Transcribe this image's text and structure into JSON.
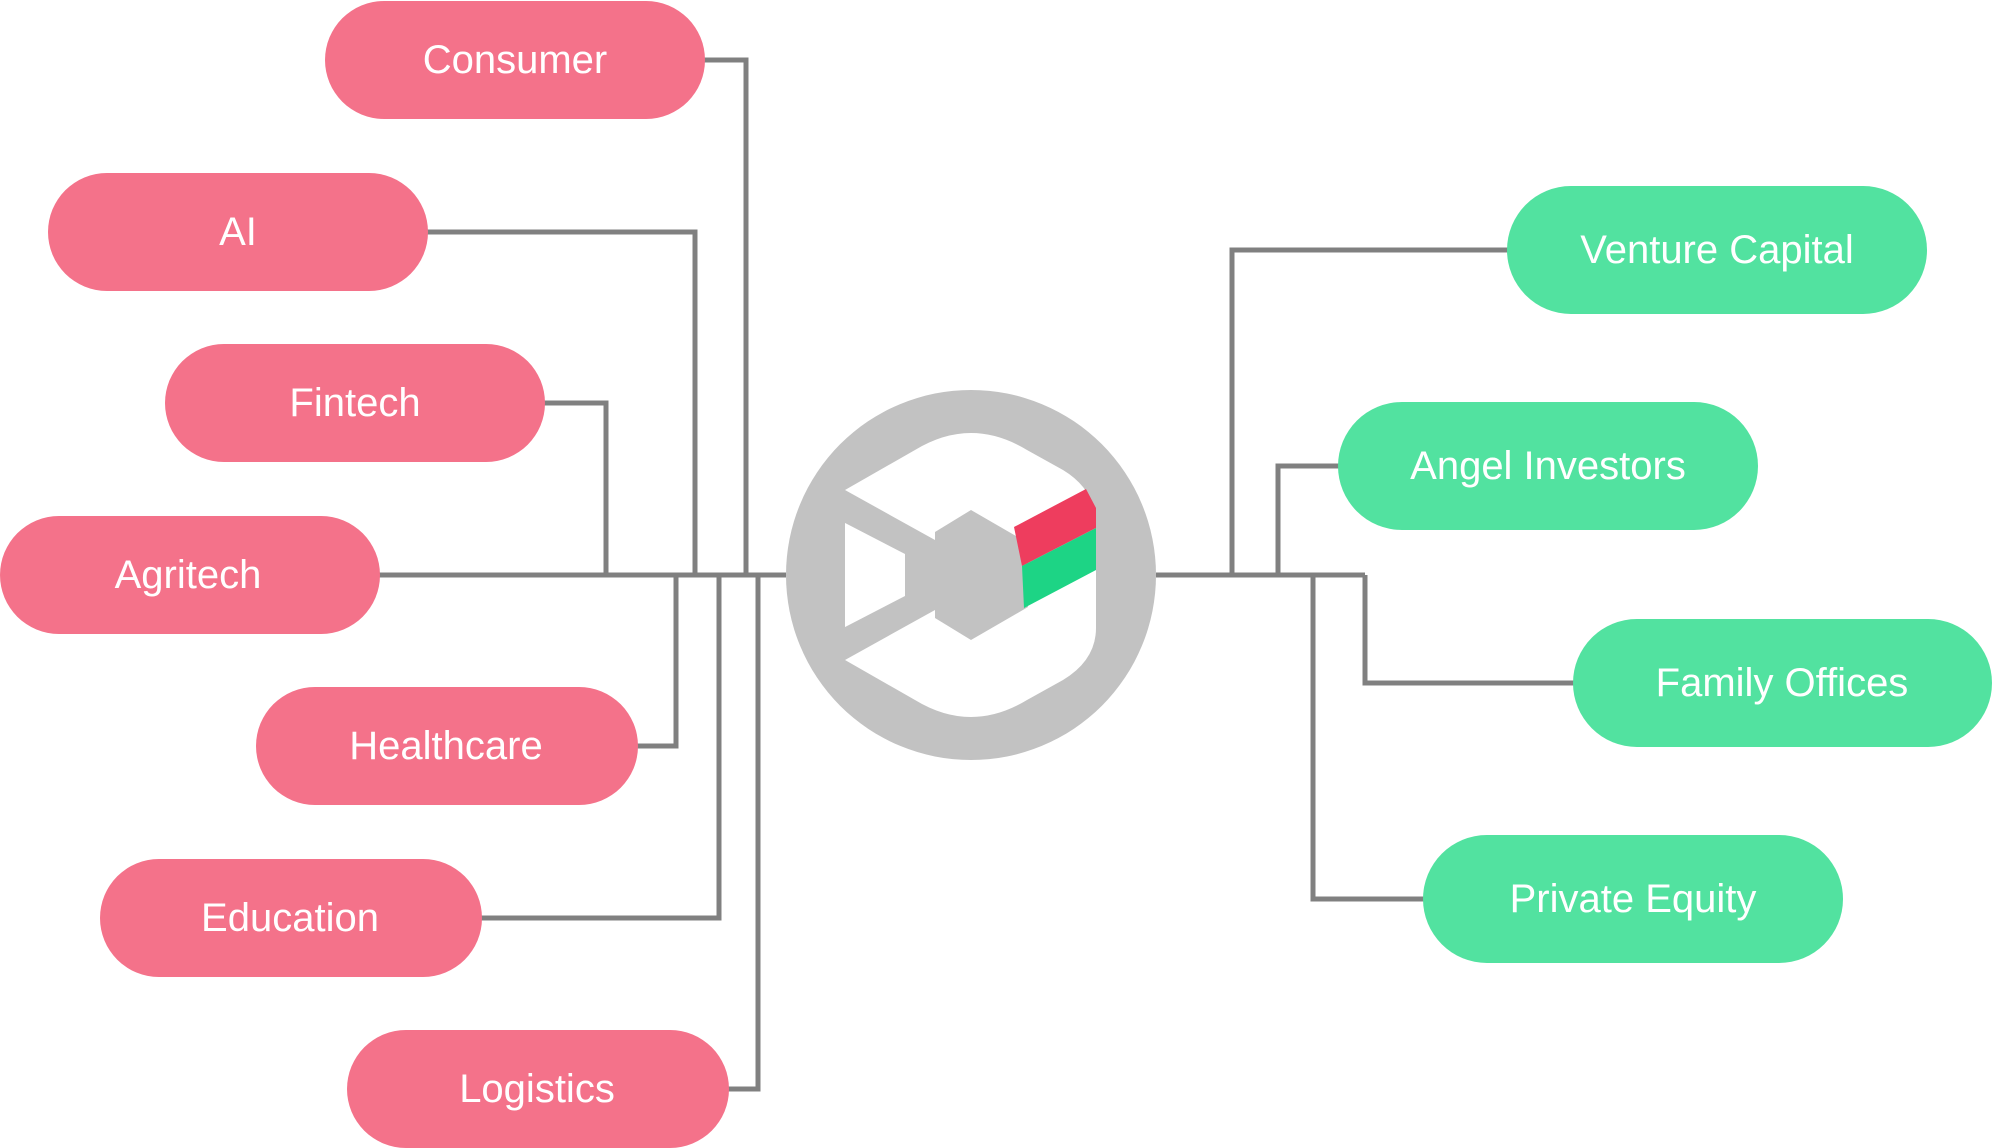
{
  "colors": {
    "sector_pill": "#F4728A",
    "investor_pill": "#52E2A0",
    "connector": "#808080",
    "hub_ring": "#C2C2C2",
    "logo_red": "#EE3D5E",
    "logo_green": "#1DD485",
    "label_text": "#FFFFFF"
  },
  "hub": {
    "icon": "company-logo-icon"
  },
  "sectors": [
    {
      "label": "Consumer"
    },
    {
      "label": "AI"
    },
    {
      "label": "Fintech"
    },
    {
      "label": "Agritech"
    },
    {
      "label": "Healthcare"
    },
    {
      "label": "Education"
    },
    {
      "label": "Logistics"
    }
  ],
  "investors": [
    {
      "label": "Venture Capital"
    },
    {
      "label": "Angel Investors"
    },
    {
      "label": "Family Offices"
    },
    {
      "label": "Private Equity"
    }
  ]
}
